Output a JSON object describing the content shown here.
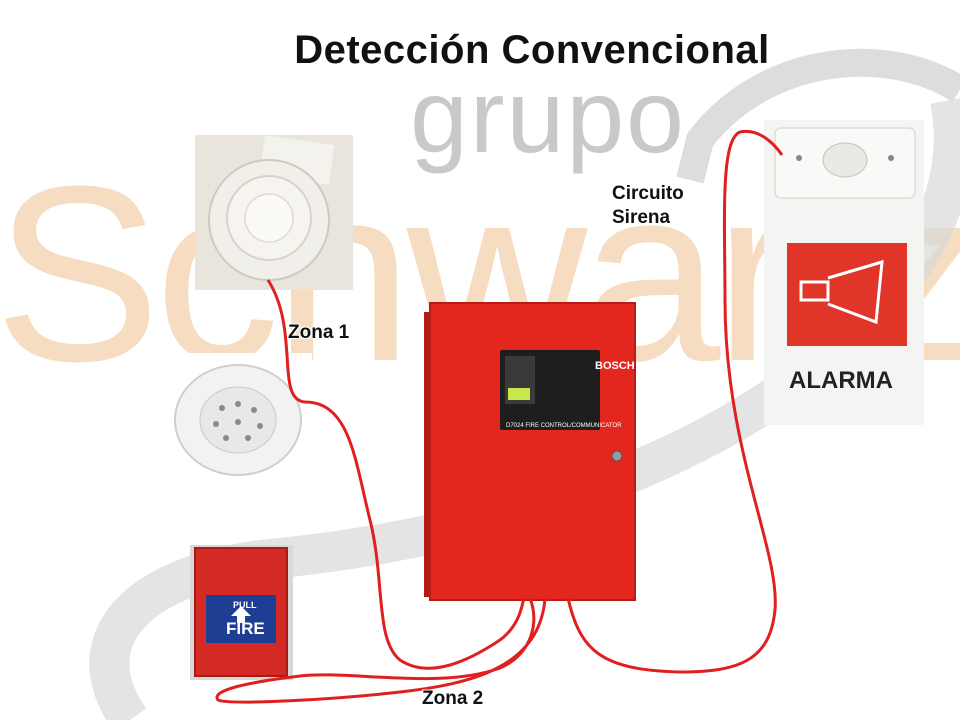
{
  "title": "Detección Convencional",
  "watermark": {
    "line1": "grupo",
    "line2": "Schwartz"
  },
  "labels": {
    "zona1": "Zona 1",
    "zona2": "Zona 2",
    "circuito": "Circuito",
    "sirena": "Sirena"
  },
  "devices": {
    "panel_brand": "BOSCH",
    "panel_model": "D7024 FIRE CONTROL/COMMUNICATOR",
    "pull_station_top": "PULL",
    "pull_station_main": "FIRE",
    "alarm_sign": "ALARMA"
  },
  "colors": {
    "wire": "#e02020",
    "panel": "#e3261e",
    "sign": "#e0362a"
  }
}
